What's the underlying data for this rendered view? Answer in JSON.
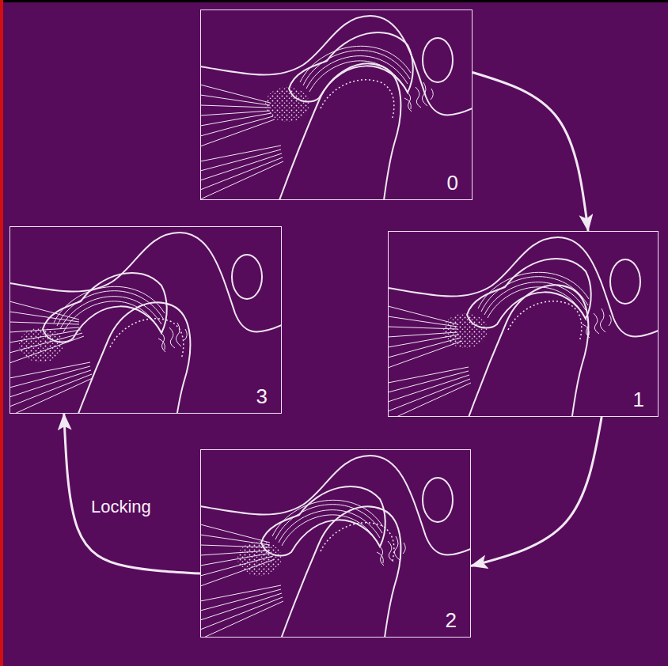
{
  "diagram": {
    "nodes": [
      {
        "text": [
          "0"
        ]
      },
      {
        "text": [
          "1"
        ]
      },
      {
        "text": [
          "2"
        ]
      },
      {
        "text": [
          "3"
        ]
      }
    ],
    "edges": [
      {
        "from": 0,
        "to": 1,
        "arrow": "to"
      },
      {
        "from": 1,
        "to": 2,
        "arrow": "to"
      },
      {
        "from": 2,
        "to": 3,
        "label": "Locking",
        "arrow": "to"
      }
    ]
  }
}
